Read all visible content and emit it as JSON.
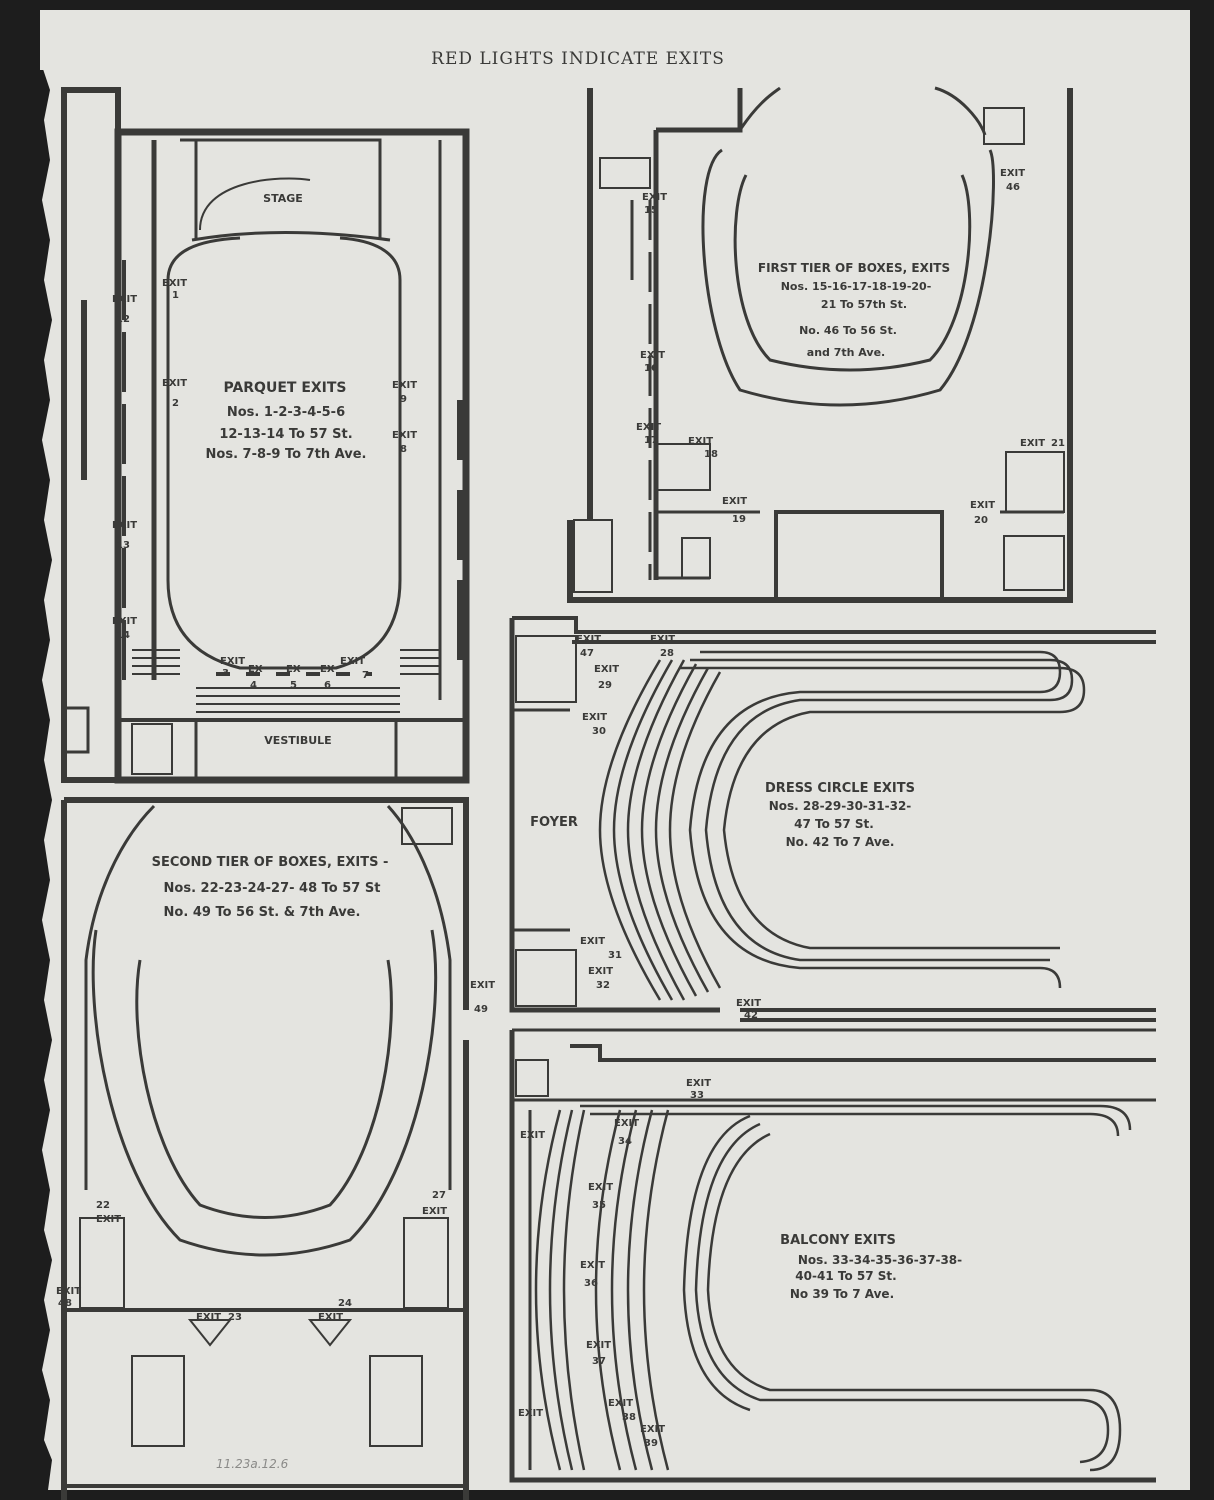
{
  "header": "RED LIGHTS INDICATE EXITS",
  "colors": {
    "paper": "#e4e4e0",
    "ink": "#3a3a38",
    "background": "#1d1d1d"
  },
  "plans": {
    "parquet": {
      "stage": "STAGE",
      "vestibule": "VESTIBULE",
      "title": "PARQUET EXITS",
      "lines": [
        "Nos. 1-2-3-4-5-6",
        "12-13-14 To 57 St.",
        "Nos. 7-8-9 To 7th Ave."
      ]
    },
    "first_tier": {
      "title": "FIRST TIER OF BOXES, EXITS",
      "lines": [
        "Nos. 15-16-17-18-19-20-",
        "21 To 57th St.",
        "No. 46 To 56 St.",
        "and 7th Ave."
      ]
    },
    "dress_circle": {
      "foyer": "FOYER",
      "title": "DRESS CIRCLE EXITS",
      "lines": [
        "Nos. 28-29-30-31-32-",
        "47 To 57 St.",
        "No. 42 To 7 Ave."
      ]
    },
    "second_tier": {
      "title": "SECOND TIER OF BOXES, EXITS -",
      "lines": [
        "Nos. 22-23-24-27- 48 To 57 St",
        "No. 49 To 56 St. & 7th Ave."
      ]
    },
    "balcony": {
      "title": "BALCONY EXITS",
      "lines": [
        "Nos. 33-34-35-36-37-38-",
        "40-41 To 57 St.",
        "No 39 To 7 Ave."
      ]
    }
  },
  "exit_word": "EXIT",
  "ex_word": "EX",
  "exit_numbers": {
    "e1": "1",
    "e2": "2",
    "e3": "3",
    "e4": "4",
    "e5": "5",
    "e6": "6",
    "e7": "7",
    "e8": "8",
    "e9": "9",
    "e12": "12",
    "e13": "13",
    "e14": "14",
    "e15": "15",
    "e16": "16",
    "e17": "17",
    "e18": "18",
    "e19": "19",
    "e20": "20",
    "e21": "21",
    "e22": "22",
    "e23": "23",
    "e24": "24",
    "e27": "27",
    "e28": "28",
    "e29": "29",
    "e30": "30",
    "e31": "31",
    "e32": "32",
    "e33": "33",
    "e34": "34",
    "e35": "35",
    "e36": "36",
    "e37": "37",
    "e38": "38",
    "e39": "39",
    "e42": "42",
    "e46": "46",
    "e48": "48",
    "e49": "49"
  },
  "handwritten_note": "11.23a.12.6"
}
